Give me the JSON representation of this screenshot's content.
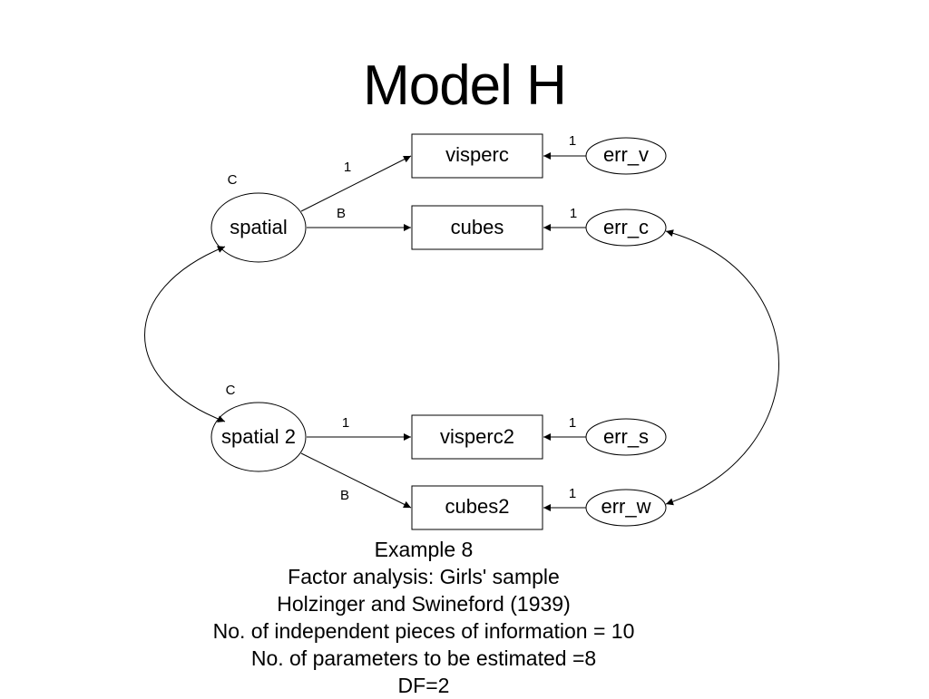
{
  "title": "Model H",
  "diagram": {
    "latent_variables": {
      "spatial": "spatial",
      "spatial2": "spatial 2"
    },
    "observed_variables": {
      "visperc": "visperc",
      "cubes": "cubes",
      "visperc2": "visperc2",
      "cubes2": "cubes2"
    },
    "error_terms": {
      "err_v": "err_v",
      "err_c": "err_c",
      "err_s": "err_s",
      "err_w": "err_w"
    },
    "variance_labels": {
      "spatial": "C",
      "spatial2": "C"
    },
    "path_labels": {
      "spatial_visperc": "1",
      "spatial_cubes": "B",
      "spatial2_visperc2": "1",
      "spatial2_cubes2": "B",
      "err_v": "1",
      "err_c": "1",
      "err_s": "1",
      "err_w": "1"
    },
    "edge_color": "#000000"
  },
  "caption": {
    "line1": "Example 8",
    "line2": "Factor analysis:  Girls' sample",
    "line3": "Holzinger and Swineford (1939)",
    "line4": "No. of independent pieces of information = 10",
    "line5": "No. of parameters to be estimated =8",
    "line6": "DF=2"
  }
}
